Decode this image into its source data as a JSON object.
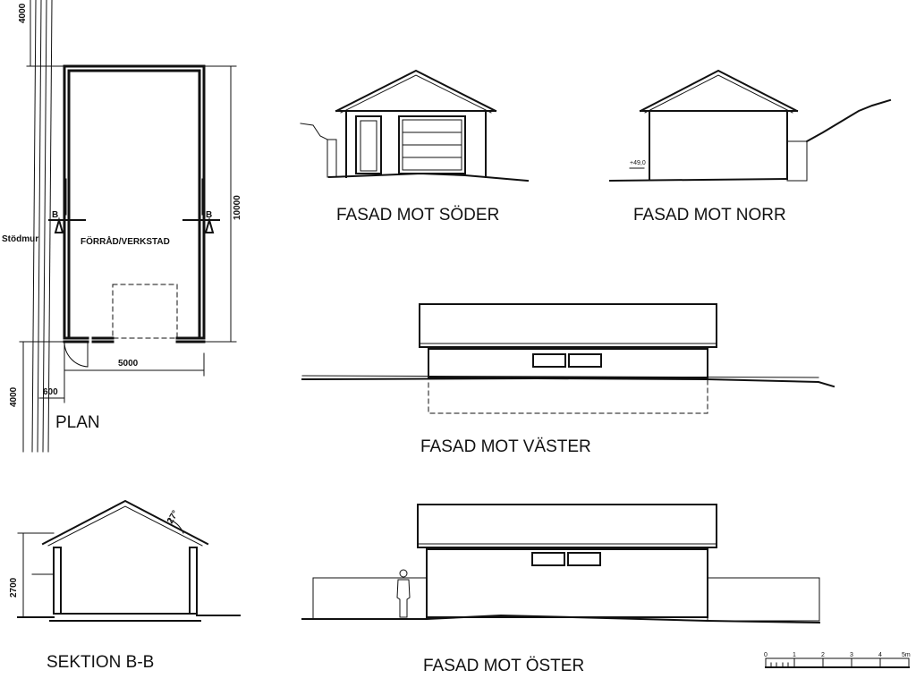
{
  "plan": {
    "title": "PLAN",
    "room_label": "FÖRRÅD/VERKSTAD",
    "retaining_wall_label": "Stödmur",
    "dim_top": "4000",
    "dim_side": "10000",
    "dim_width": "5000",
    "dim_bottom": "4000",
    "dim_offset": "600",
    "section_marker_left": "B",
    "section_marker_right": "B"
  },
  "elevations": {
    "south": "FASAD MOT SÖDER",
    "north": "FASAD MOT NORR",
    "north_level": "+49,0",
    "west": "FASAD MOT VÄSTER",
    "east": "FASAD MOT ÖSTER"
  },
  "section": {
    "title": "SEKTION B-B",
    "dim_height": "2700",
    "roof_pitch": "27°"
  },
  "scale_bar": {
    "ticks": [
      "0",
      "1",
      "2",
      "3",
      "4",
      "5m"
    ]
  }
}
